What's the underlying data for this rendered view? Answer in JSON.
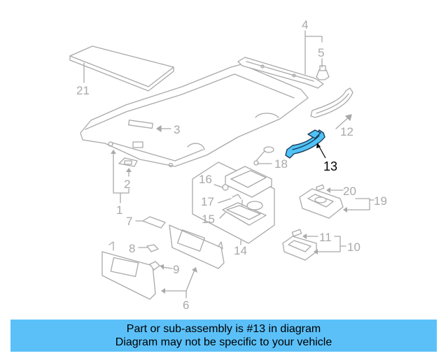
{
  "callouts": [
    "1",
    "2",
    "3",
    "4",
    "5",
    "6",
    "7",
    "8",
    "9",
    "10",
    "11",
    "12",
    "13",
    "14",
    "15",
    "16",
    "17",
    "18",
    "19",
    "20",
    "21"
  ],
  "highlighted_part": "13",
  "colors": {
    "highlight_fill": "#4fc3f7",
    "banner_bg": "#5bc0f8",
    "line": "#a9a9a9"
  },
  "banner": {
    "line1": "Part or sub-assembly is #13 in diagram",
    "line2": "Diagram may not be specific to your vehicle"
  }
}
